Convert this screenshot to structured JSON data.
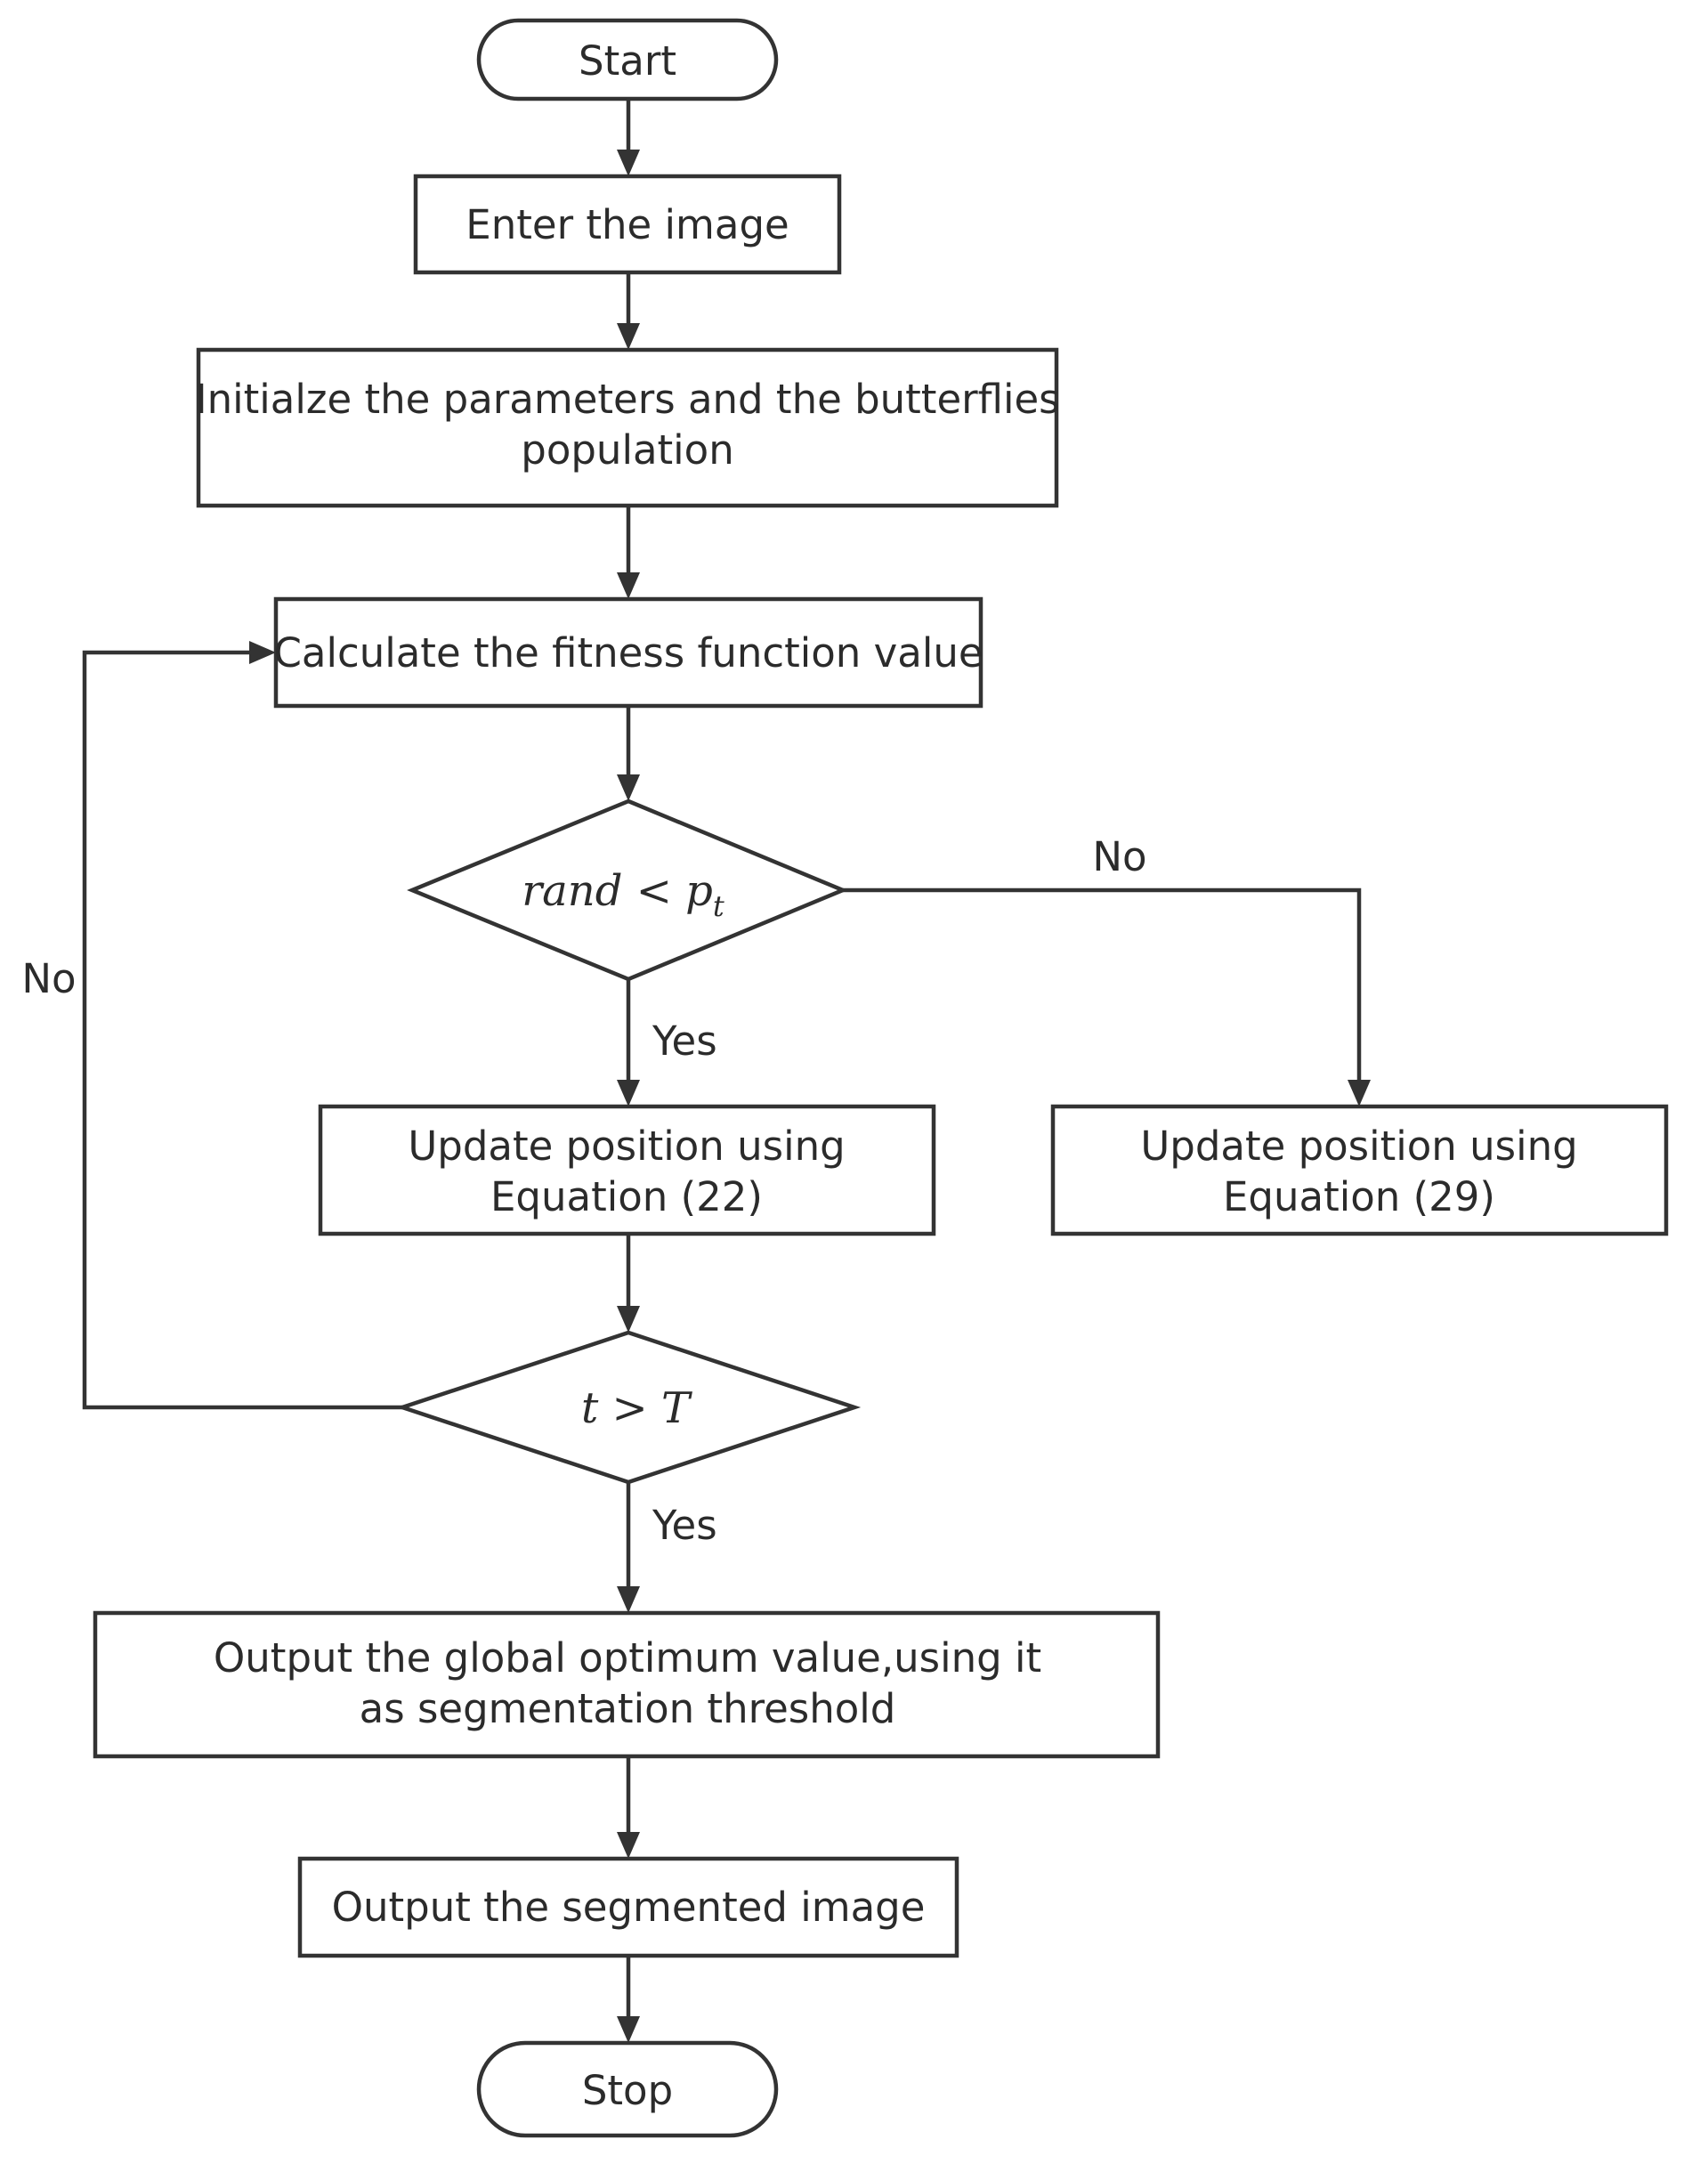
{
  "flowchart": {
    "start": "Start",
    "enter_image": "Enter the image",
    "initialize": [
      "Initialze the parameters and the butterflies",
      "population"
    ],
    "calculate_fitness": "Calculate the fitness function value",
    "decision_rand": {
      "lhs": "rand",
      "op": "<",
      "var": "p",
      "sub": "t"
    },
    "decision_iter": {
      "lhs": "t",
      "op": ">",
      "rhs": "T"
    },
    "update_22": [
      "Update position using",
      "Equation (22)"
    ],
    "update_29": [
      "Update position using",
      "Equation (29)"
    ],
    "output_optimum": [
      "Output the global optimum value,using it",
      "as segmentation threshold"
    ],
    "output_segmented": "Output the segmented image",
    "stop": "Stop",
    "edge_labels": {
      "rand_yes": "Yes",
      "rand_no": "No",
      "iter_yes": "Yes",
      "iter_no": "No"
    }
  }
}
